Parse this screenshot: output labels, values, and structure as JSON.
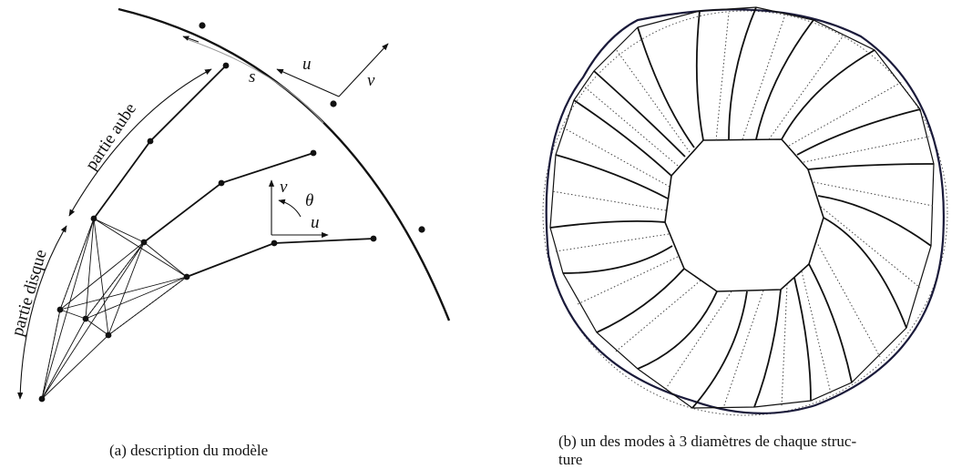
{
  "panel_a": {
    "label_partie_aube": "partie aube",
    "label_partie_disque": "partie disque",
    "label_s": "s",
    "label_u_top": "u",
    "label_v_top": "v",
    "label_u_mid": "u",
    "label_v_mid": "v",
    "label_theta": "θ",
    "caption": "(a) description du modèle"
  },
  "panel_b": {
    "caption_line1": "(b) un des modes à 3 diamètres de chaque struc-",
    "caption_line2": "ture"
  },
  "colors": {
    "ink": "#111111",
    "outline_b": "#1a1a3a",
    "guide": "#9a9a9a"
  }
}
